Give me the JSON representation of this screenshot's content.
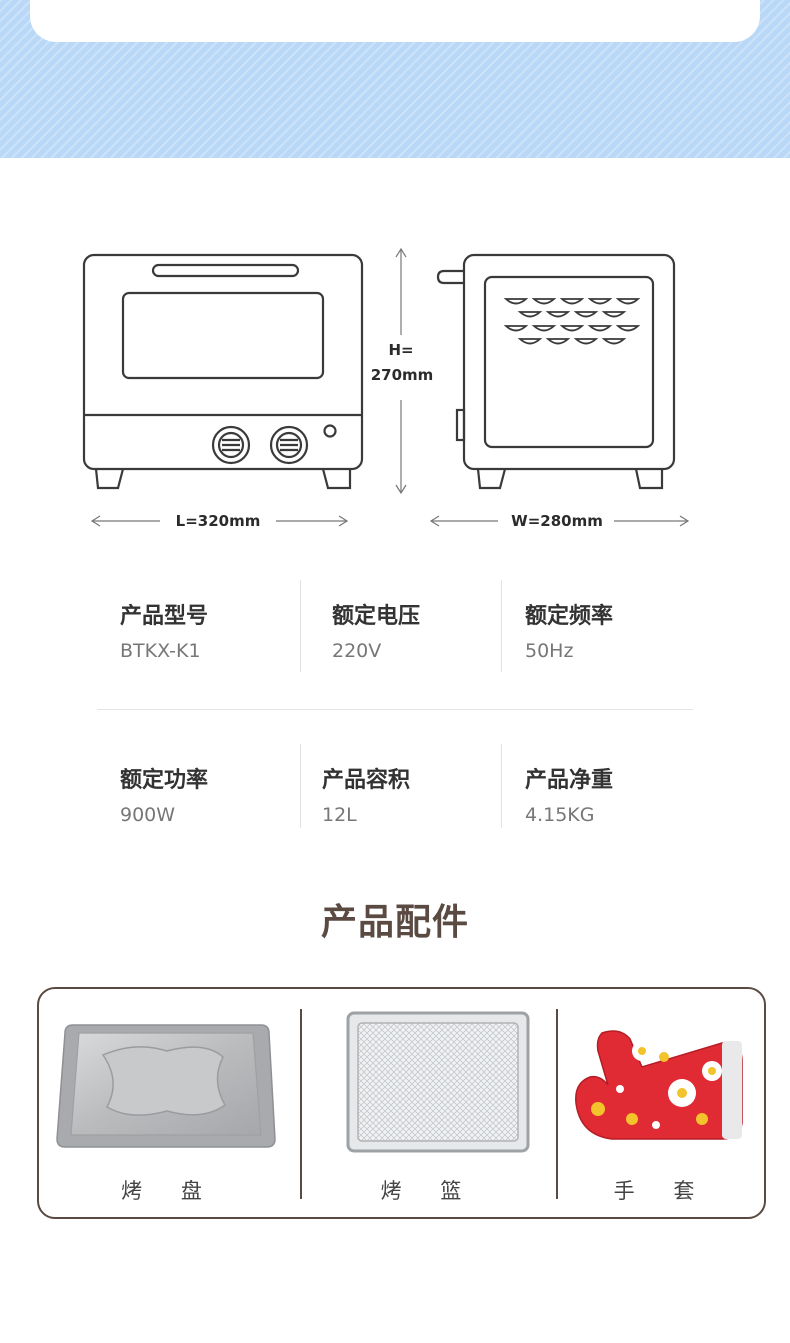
{
  "dimensions": {
    "height_label_line1": "H=",
    "height_label_line2": "270mm",
    "length_label": "L=320mm",
    "width_label": "W=280mm"
  },
  "specs": [
    {
      "label": "产品型号",
      "value": "BTKX-K1"
    },
    {
      "label": "额定电压",
      "value": "220V"
    },
    {
      "label": "额定频率",
      "value": "50Hz"
    },
    {
      "label": "额定功率",
      "value": "900W"
    },
    {
      "label": "产品容积",
      "value": "12L"
    },
    {
      "label": "产品净重",
      "value": "4.15KG"
    }
  ],
  "accessories": {
    "title": "产品配件",
    "items": [
      {
        "label": "烤 盘",
        "icon": "baking-tray-icon"
      },
      {
        "label": "烤 篮",
        "icon": "baking-basket-icon"
      },
      {
        "label": "手 套",
        "icon": "oven-mitt-icon"
      }
    ]
  },
  "colors": {
    "banner": "#b9d7f6",
    "accent_brown": "#5a4a42",
    "label_text": "#333333",
    "value_text": "#777777"
  }
}
